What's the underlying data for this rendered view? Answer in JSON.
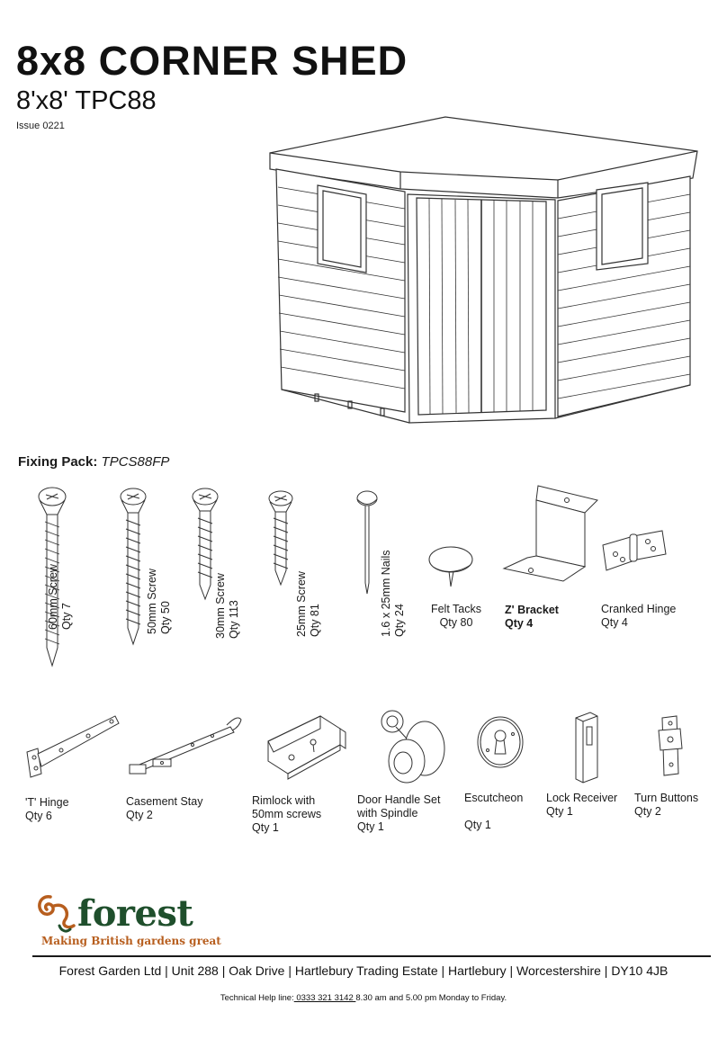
{
  "header": {
    "title": "8x8 CORNER SHED",
    "subtitle": "8'x8' TPC88",
    "issue": "Issue 0221"
  },
  "fixing_pack": {
    "label": "Fixing Pack:",
    "code": "TPCS88FP"
  },
  "parts_row1": [
    {
      "name": "60mm Screw",
      "qty": "Qty 7"
    },
    {
      "name": "50mm Screw",
      "qty": "Qty 50"
    },
    {
      "name": "30mm Screw",
      "qty": "Qty 113"
    },
    {
      "name": "25mm Screw",
      "qty": "Qty 81"
    },
    {
      "name": "1.6 x 25mm Nails",
      "qty": "Qty 24"
    },
    {
      "name": "Felt Tacks",
      "qty": "Qty 80"
    },
    {
      "name": "Z' Bracket",
      "qty": "Qty 4"
    },
    {
      "name": "Cranked Hinge",
      "qty": "Qty 4"
    }
  ],
  "parts_row2": [
    {
      "name": "'T' Hinge",
      "qty": "Qty 6"
    },
    {
      "name": "Casement Stay",
      "qty": "Qty 2"
    },
    {
      "name": "Rimlock with",
      "name2": "50mm screws",
      "qty": "Qty 1"
    },
    {
      "name": "Door Handle Set",
      "name2": "with Spindle",
      "qty": "Qty 1"
    },
    {
      "name": "Escutcheon",
      "qty": "Qty 1"
    },
    {
      "name": "Lock Receiver",
      "qty": "Qty 1"
    },
    {
      "name": "Turn Buttons",
      "qty": "Qty 2"
    }
  ],
  "brand": {
    "logo_text": "forest",
    "tagline": "Making British gardens great"
  },
  "footer": {
    "address": "Forest Garden Ltd | Unit 288 | Oak Drive | Hartlebury Trading Estate | Hartlebury | Worcestershire | DY10 4JB",
    "help_prefix": "Technical Help line:",
    "help_phone": " 0333 321 3142 ",
    "help_suffix": " 8.30 am and 5.00 pm  Monday to Friday."
  },
  "colors": {
    "brand_green": "#1f4f2c",
    "brand_orange": "#b75e1e",
    "line": "#333333"
  }
}
